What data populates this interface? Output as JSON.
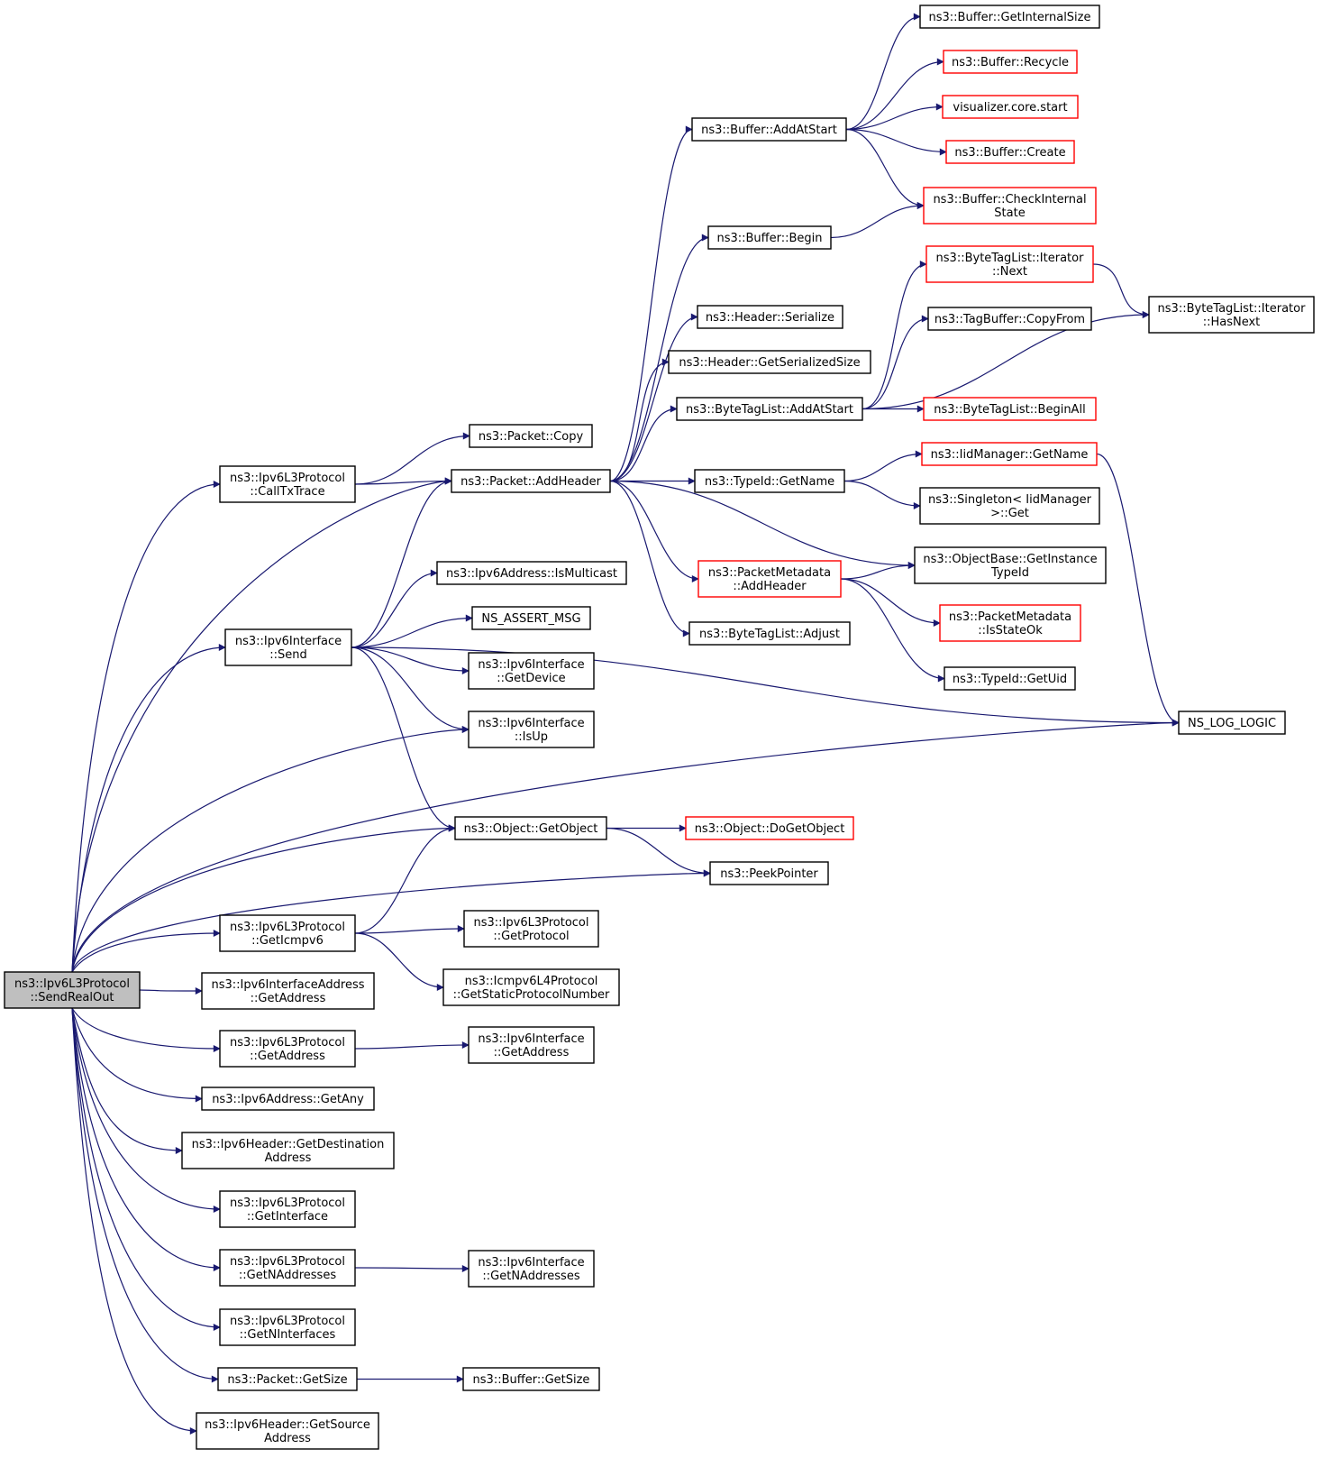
{
  "colors": {
    "edge": "#191970",
    "border_default": "#000000",
    "border_truncated": "#ff0000",
    "root_fill": "#bfbfbf",
    "fill": "#ffffff",
    "text": "#000000"
  },
  "nodes": [
    {
      "id": "root",
      "label": [
        "ns3::Ipv6L3Protocol",
        "::SendRealOut"
      ],
      "style": "root"
    },
    {
      "id": "callTxTrace",
      "label": [
        "ns3::Ipv6L3Protocol",
        "::CallTxTrace"
      ],
      "style": "normal"
    },
    {
      "id": "ifaceSend",
      "label": [
        "ns3::Ipv6Interface",
        "::Send"
      ],
      "style": "normal"
    },
    {
      "id": "getIcmpv6",
      "label": [
        "ns3::Ipv6L3Protocol",
        "::GetIcmpv6"
      ],
      "style": "normal"
    },
    {
      "id": "ifaceAddrGetAddress",
      "label": [
        "ns3::Ipv6InterfaceAddress",
        "::GetAddress"
      ],
      "style": "normal"
    },
    {
      "id": "l3GetAddress",
      "label": [
        "ns3::Ipv6L3Protocol",
        "::GetAddress"
      ],
      "style": "normal"
    },
    {
      "id": "getAny",
      "label": [
        "ns3::Ipv6Address::GetAny"
      ],
      "style": "normal"
    },
    {
      "id": "getDestAddr",
      "label": [
        "ns3::Ipv6Header::GetDestination",
        "Address"
      ],
      "style": "normal"
    },
    {
      "id": "getInterface",
      "label": [
        "ns3::Ipv6L3Protocol",
        "::GetInterface"
      ],
      "style": "normal"
    },
    {
      "id": "getNAddresses",
      "label": [
        "ns3::Ipv6L3Protocol",
        "::GetNAddresses"
      ],
      "style": "normal"
    },
    {
      "id": "getNInterfaces",
      "label": [
        "ns3::Ipv6L3Protocol",
        "::GetNInterfaces"
      ],
      "style": "normal"
    },
    {
      "id": "packetGetSize",
      "label": [
        "ns3::Packet::GetSize"
      ],
      "style": "normal"
    },
    {
      "id": "getSrcAddr",
      "label": [
        "ns3::Ipv6Header::GetSource",
        "Address"
      ],
      "style": "normal"
    },
    {
      "id": "packetCopy",
      "label": [
        "ns3::Packet::Copy"
      ],
      "style": "normal"
    },
    {
      "id": "addHeader",
      "label": [
        "ns3::Packet::AddHeader"
      ],
      "style": "normal"
    },
    {
      "id": "isMulticast",
      "label": [
        "ns3::Ipv6Address::IsMulticast"
      ],
      "style": "normal"
    },
    {
      "id": "nsAssert",
      "label": [
        "NS_ASSERT_MSG"
      ],
      "style": "normal"
    },
    {
      "id": "getDevice",
      "label": [
        "ns3::Ipv6Interface",
        "::GetDevice"
      ],
      "style": "normal"
    },
    {
      "id": "isUp",
      "label": [
        "ns3::Ipv6Interface",
        "::IsUp"
      ],
      "style": "normal"
    },
    {
      "id": "getObject",
      "label": [
        "ns3::Object::GetObject"
      ],
      "style": "normal"
    },
    {
      "id": "getProtocol",
      "label": [
        "ns3::Ipv6L3Protocol",
        "::GetProtocol"
      ],
      "style": "normal"
    },
    {
      "id": "staticProtoNum",
      "label": [
        "ns3::Icmpv6L4Protocol",
        "::GetStaticProtocolNumber"
      ],
      "style": "normal"
    },
    {
      "id": "ifaceGetAddress",
      "label": [
        "ns3::Ipv6Interface",
        "::GetAddress"
      ],
      "style": "normal"
    },
    {
      "id": "ifaceGetNAddresses",
      "label": [
        "ns3::Ipv6Interface",
        "::GetNAddresses"
      ],
      "style": "normal"
    },
    {
      "id": "bufferGetSize",
      "label": [
        "ns3::Buffer::GetSize"
      ],
      "style": "normal"
    },
    {
      "id": "bufAddAtStart",
      "label": [
        "ns3::Buffer::AddAtStart"
      ],
      "style": "normal"
    },
    {
      "id": "bufBegin",
      "label": [
        "ns3::Buffer::Begin"
      ],
      "style": "normal"
    },
    {
      "id": "hdrSerialize",
      "label": [
        "ns3::Header::Serialize"
      ],
      "style": "normal"
    },
    {
      "id": "hdrSerSize",
      "label": [
        "ns3::Header::GetSerializedSize"
      ],
      "style": "normal"
    },
    {
      "id": "btlAddAtStart",
      "label": [
        "ns3::ByteTagList::AddAtStart"
      ],
      "style": "normal"
    },
    {
      "id": "typeIdGetName",
      "label": [
        "ns3::TypeId::GetName"
      ],
      "style": "normal"
    },
    {
      "id": "pmAddHeader",
      "label": [
        "ns3::PacketMetadata",
        "::AddHeader"
      ],
      "style": "truncated"
    },
    {
      "id": "btlAdjust",
      "label": [
        "ns3::ByteTagList::Adjust"
      ],
      "style": "normal"
    },
    {
      "id": "doGetObject",
      "label": [
        "ns3::Object::DoGetObject"
      ],
      "style": "truncated"
    },
    {
      "id": "peekPointer",
      "label": [
        "ns3::PeekPointer"
      ],
      "style": "normal"
    },
    {
      "id": "bufGetInternalSize",
      "label": [
        "ns3::Buffer::GetInternalSize"
      ],
      "style": "normal"
    },
    {
      "id": "bufRecycle",
      "label": [
        "ns3::Buffer::Recycle"
      ],
      "style": "truncated"
    },
    {
      "id": "vizStart",
      "label": [
        "visualizer.core.start"
      ],
      "style": "truncated"
    },
    {
      "id": "bufCreate",
      "label": [
        "ns3::Buffer::Create"
      ],
      "style": "truncated"
    },
    {
      "id": "bufCheckState",
      "label": [
        "ns3::Buffer::CheckInternal",
        "State"
      ],
      "style": "truncated"
    },
    {
      "id": "btlIterNext",
      "label": [
        "ns3::ByteTagList::Iterator",
        "::Next"
      ],
      "style": "truncated"
    },
    {
      "id": "tagBufCopyFrom",
      "label": [
        "ns3::TagBuffer::CopyFrom"
      ],
      "style": "normal"
    },
    {
      "id": "btlBeginAll",
      "label": [
        "ns3::ByteTagList::BeginAll"
      ],
      "style": "truncated"
    },
    {
      "id": "iidGetName",
      "label": [
        "ns3::IidManager::GetName"
      ],
      "style": "truncated"
    },
    {
      "id": "singletonGet",
      "label": [
        "ns3::Singleton< IidManager",
        ">::Get"
      ],
      "style": "normal"
    },
    {
      "id": "getInstanceTypeId",
      "label": [
        "ns3::ObjectBase::GetInstance",
        "TypeId"
      ],
      "style": "normal"
    },
    {
      "id": "pmIsStateOk",
      "label": [
        "ns3::PacketMetadata",
        "::IsStateOk"
      ],
      "style": "truncated"
    },
    {
      "id": "typeIdGetUid",
      "label": [
        "ns3::TypeId::GetUid"
      ],
      "style": "normal"
    },
    {
      "id": "btlIterHasNext",
      "label": [
        "ns3::ByteTagList::Iterator",
        "::HasNext"
      ],
      "style": "normal"
    },
    {
      "id": "nsLogLogic",
      "label": [
        "NS_LOG_LOGIC"
      ],
      "style": "normal"
    }
  ],
  "edges": [
    [
      "root",
      "callTxTrace"
    ],
    [
      "root",
      "ifaceSend"
    ],
    [
      "root",
      "getIcmpv6"
    ],
    [
      "root",
      "ifaceAddrGetAddress"
    ],
    [
      "root",
      "l3GetAddress"
    ],
    [
      "root",
      "getAny"
    ],
    [
      "root",
      "getDestAddr"
    ],
    [
      "root",
      "getInterface"
    ],
    [
      "root",
      "getNAddresses"
    ],
    [
      "root",
      "getNInterfaces"
    ],
    [
      "root",
      "packetGetSize"
    ],
    [
      "root",
      "getSrcAddr"
    ],
    [
      "root",
      "addHeader"
    ],
    [
      "root",
      "isUp"
    ],
    [
      "root",
      "nsLogLogic"
    ],
    [
      "root",
      "getObject"
    ],
    [
      "root",
      "peekPointer"
    ],
    [
      "callTxTrace",
      "packetCopy"
    ],
    [
      "callTxTrace",
      "addHeader"
    ],
    [
      "ifaceSend",
      "addHeader"
    ],
    [
      "ifaceSend",
      "isMulticast"
    ],
    [
      "ifaceSend",
      "nsAssert"
    ],
    [
      "ifaceSend",
      "getDevice"
    ],
    [
      "ifaceSend",
      "isUp"
    ],
    [
      "ifaceSend",
      "getObject"
    ],
    [
      "ifaceSend",
      "nsLogLogic"
    ],
    [
      "getIcmpv6",
      "getObject"
    ],
    [
      "getIcmpv6",
      "getProtocol"
    ],
    [
      "getIcmpv6",
      "staticProtoNum"
    ],
    [
      "l3GetAddress",
      "ifaceGetAddress"
    ],
    [
      "getNAddresses",
      "ifaceGetNAddresses"
    ],
    [
      "packetGetSize",
      "bufferGetSize"
    ],
    [
      "addHeader",
      "bufAddAtStart"
    ],
    [
      "addHeader",
      "bufBegin"
    ],
    [
      "addHeader",
      "hdrSerialize"
    ],
    [
      "addHeader",
      "hdrSerSize"
    ],
    [
      "addHeader",
      "btlAddAtStart"
    ],
    [
      "addHeader",
      "typeIdGetName"
    ],
    [
      "addHeader",
      "getInstanceTypeId"
    ],
    [
      "addHeader",
      "pmAddHeader"
    ],
    [
      "addHeader",
      "btlAdjust"
    ],
    [
      "getObject",
      "doGetObject"
    ],
    [
      "getObject",
      "peekPointer"
    ],
    [
      "bufAddAtStart",
      "bufGetInternalSize"
    ],
    [
      "bufAddAtStart",
      "bufRecycle"
    ],
    [
      "bufAddAtStart",
      "vizStart"
    ],
    [
      "bufAddAtStart",
      "bufCreate"
    ],
    [
      "bufAddAtStart",
      "bufCheckState"
    ],
    [
      "bufBegin",
      "bufCheckState"
    ],
    [
      "btlAddAtStart",
      "btlIterNext"
    ],
    [
      "btlAddAtStart",
      "tagBufCopyFrom"
    ],
    [
      "btlAddAtStart",
      "btlIterHasNext"
    ],
    [
      "btlAddAtStart",
      "btlBeginAll"
    ],
    [
      "btlIterNext",
      "btlIterHasNext"
    ],
    [
      "typeIdGetName",
      "iidGetName"
    ],
    [
      "typeIdGetName",
      "singletonGet"
    ],
    [
      "iidGetName",
      "nsLogLogic"
    ],
    [
      "pmAddHeader",
      "getInstanceTypeId"
    ],
    [
      "pmAddHeader",
      "pmIsStateOk"
    ],
    [
      "pmAddHeader",
      "typeIdGetUid"
    ]
  ]
}
